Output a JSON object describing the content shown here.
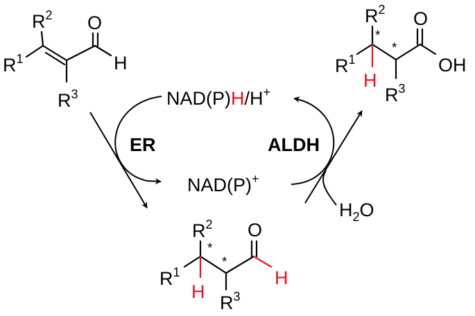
{
  "labels": {
    "R": "R",
    "O": "O",
    "H": "H",
    "OH": "OH",
    "star": "*",
    "one": "1",
    "two": "2",
    "three": "3"
  },
  "cofactor": {
    "reduced_prefix": "NAD(P)",
    "reduced_h": "H",
    "reduced_suffix": "/H",
    "reduced_plus": "+",
    "oxidized": "NAD(P)",
    "oxidized_plus": "+"
  },
  "enzymes": {
    "er": "ER",
    "aldh": "ALDH"
  },
  "water": {
    "h": "H",
    "two": "2",
    "o": "O"
  },
  "colors": {
    "highlight": "#e8101a",
    "ink": "#000000"
  }
}
